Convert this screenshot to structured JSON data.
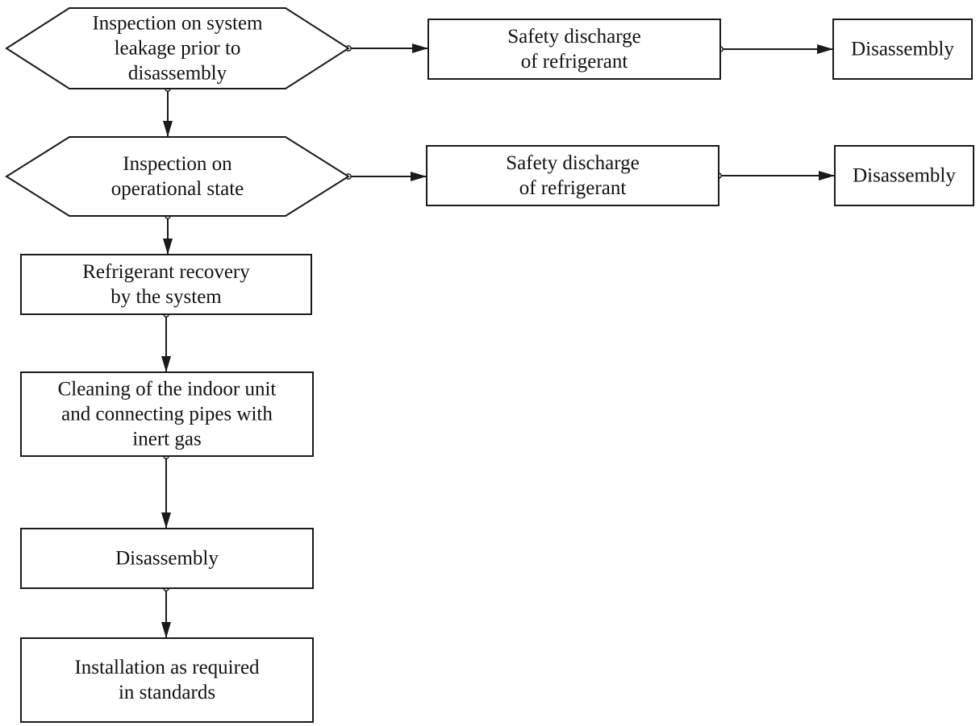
{
  "colors": {
    "line": "#1a1a1a",
    "fill": "#ffffff",
    "text": "#111111"
  },
  "nodes": [
    {
      "id": "leak-inspection",
      "shape": "hexagon",
      "lines": [
        "Inspection on system",
        "leakage prior to",
        "disassembly"
      ]
    },
    {
      "id": "discharge-1",
      "shape": "box",
      "lines": [
        "Safety discharge",
        "of refrigerant"
      ]
    },
    {
      "id": "disassembly-1",
      "shape": "box",
      "lines": [
        "Disassembly"
      ]
    },
    {
      "id": "operational-inspection",
      "shape": "hexagon",
      "lines": [
        "Inspection on",
        "operational state"
      ]
    },
    {
      "id": "discharge-2",
      "shape": "box",
      "lines": [
        "Safety discharge",
        "of refrigerant"
      ]
    },
    {
      "id": "disassembly-2",
      "shape": "box",
      "lines": [
        "Disassembly"
      ]
    },
    {
      "id": "recovery",
      "shape": "box",
      "lines": [
        "Refrigerant recovery",
        "by the system"
      ]
    },
    {
      "id": "cleaning",
      "shape": "box",
      "lines": [
        "Cleaning of the indoor unit",
        "and connecting pipes with",
        "inert gas"
      ]
    },
    {
      "id": "disassembly-3",
      "shape": "box",
      "lines": [
        "Disassembly"
      ]
    },
    {
      "id": "installation",
      "shape": "box",
      "lines": [
        "Installation as required",
        "in standards"
      ]
    }
  ],
  "edges": [
    {
      "from": "leak-inspection",
      "to": "discharge-1"
    },
    {
      "from": "discharge-1",
      "to": "disassembly-1"
    },
    {
      "from": "leak-inspection",
      "to": "operational-inspection"
    },
    {
      "from": "operational-inspection",
      "to": "discharge-2"
    },
    {
      "from": "discharge-2",
      "to": "disassembly-2"
    },
    {
      "from": "operational-inspection",
      "to": "recovery"
    },
    {
      "from": "recovery",
      "to": "cleaning"
    },
    {
      "from": "cleaning",
      "to": "disassembly-3"
    },
    {
      "from": "disassembly-3",
      "to": "installation"
    }
  ]
}
